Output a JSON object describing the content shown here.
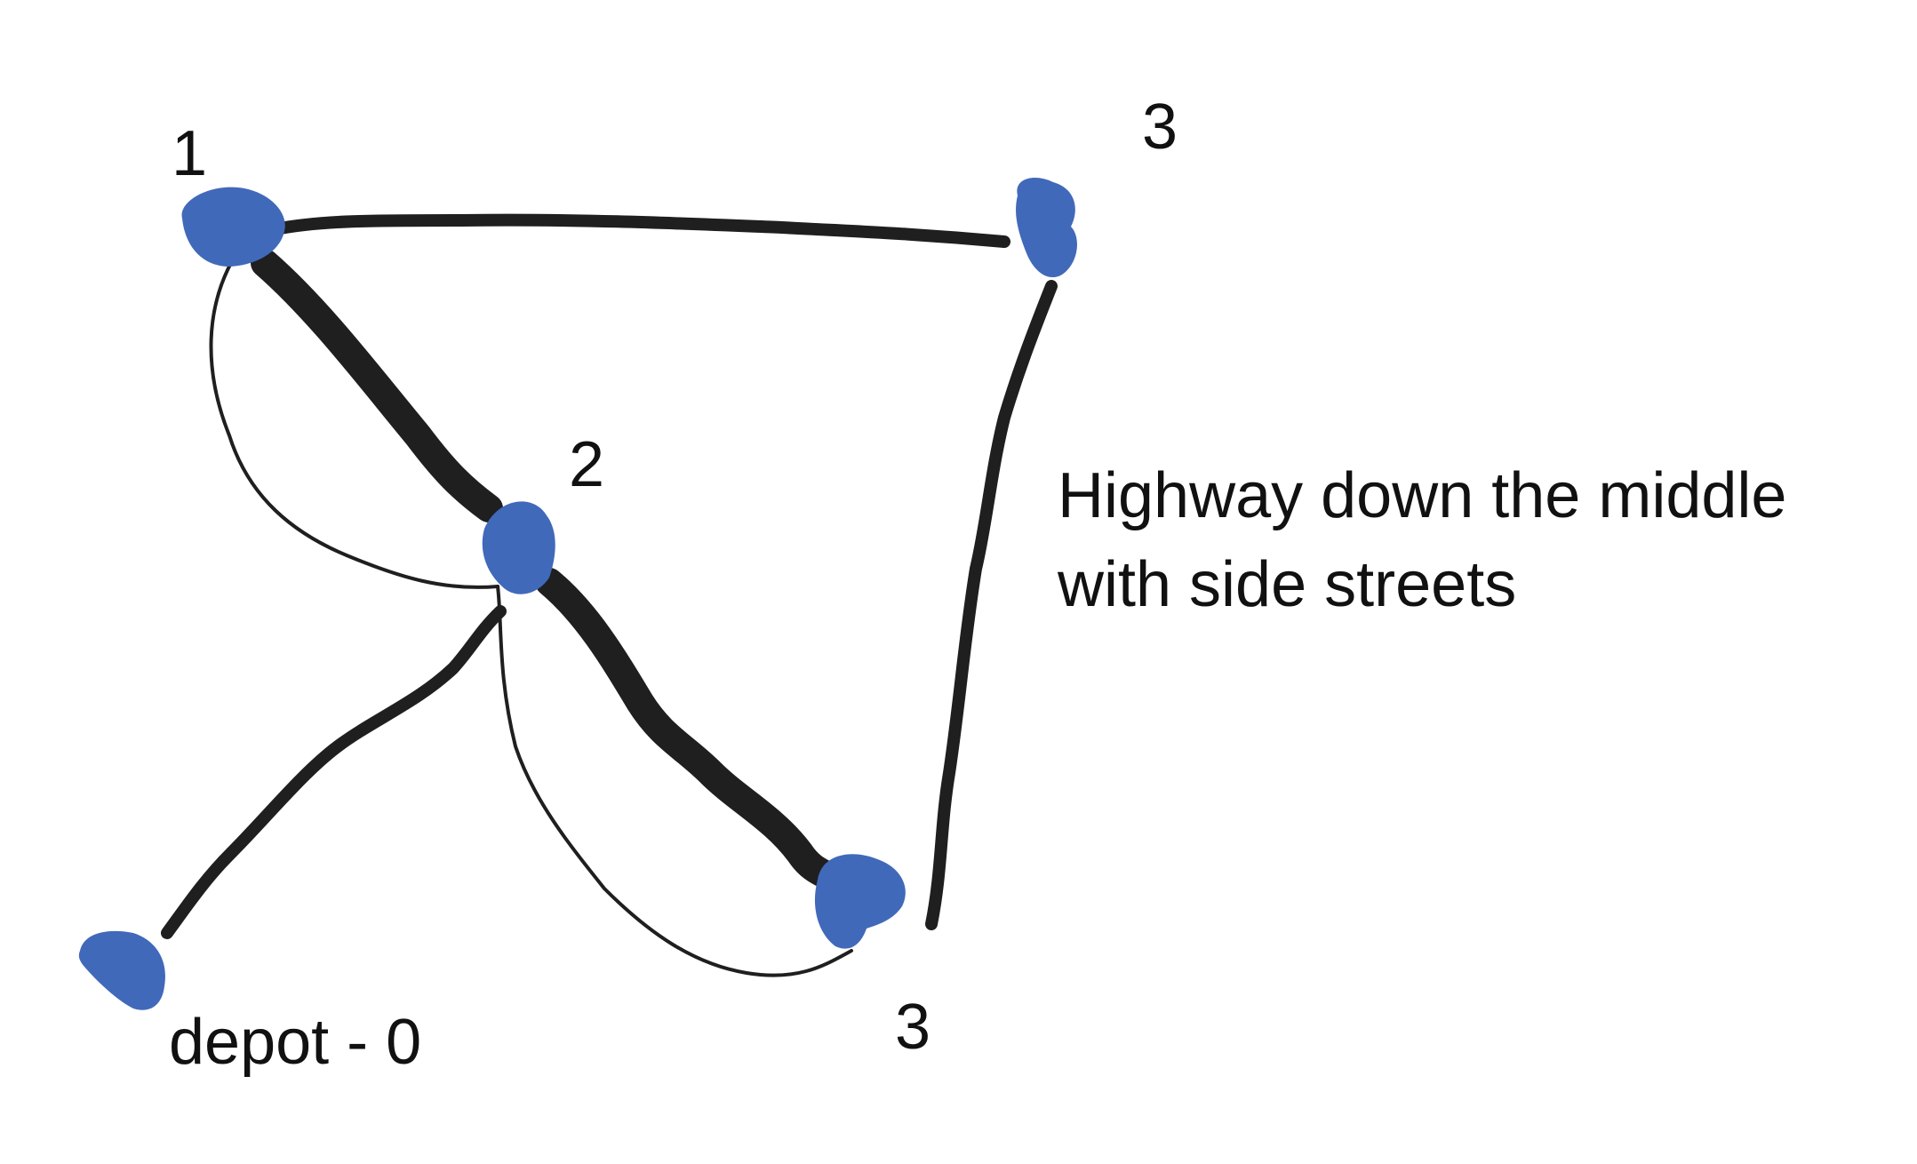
{
  "colors": {
    "node": "#4169BA",
    "edge": "#1f1f1f",
    "text": "#111111",
    "background": "#ffffff"
  },
  "labels": {
    "node_1": "1",
    "node_2": "2",
    "node_3_top": "3",
    "node_3_bottom": "3",
    "depot": "depot - 0"
  },
  "annotation": {
    "line1": "Highway down the middle",
    "line2": "with side streets"
  },
  "edges": [
    {
      "from": "1",
      "to": "2",
      "style": "highway"
    },
    {
      "from": "2",
      "to": "3 (bottom)",
      "style": "highway"
    },
    {
      "from": "1",
      "to": "3 (top)",
      "style": "road"
    },
    {
      "from": "3 (top)",
      "to": "3 (bottom)",
      "style": "road"
    },
    {
      "from": "2",
      "to": "depot - 0",
      "style": "road"
    },
    {
      "from": "1",
      "to": "2",
      "style": "side street"
    },
    {
      "from": "2",
      "to": "3 (bottom)",
      "style": "side street"
    }
  ]
}
